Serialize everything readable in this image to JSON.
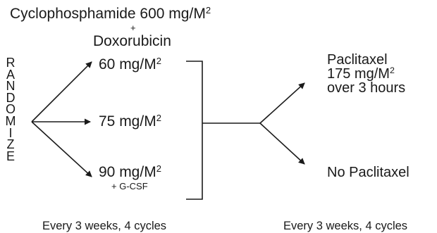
{
  "title": {
    "drug1": "Cyclophosphamide 600 mg/M",
    "plus": "+",
    "drug2": "Doxorubicin"
  },
  "randomize_letters": [
    "R",
    "A",
    "N",
    "D",
    "O",
    "M",
    "I",
    "Z",
    "E"
  ],
  "arms": [
    {
      "dose": "60 mg/M"
    },
    {
      "dose": "75 mg/M"
    },
    {
      "dose": "90 mg/M",
      "note": "+ G-CSF"
    }
  ],
  "superscript": "2",
  "outcomes": {
    "paclitaxel_line1": "Paclitaxel",
    "paclitaxel_line2": "175 mg/M",
    "paclitaxel_line3": "over 3 hours",
    "no_paclitaxel": "No Paclitaxel"
  },
  "schedules": {
    "left": "Every 3 weeks, 4 cycles",
    "right": "Every 3 weeks, 4 cycles"
  }
}
